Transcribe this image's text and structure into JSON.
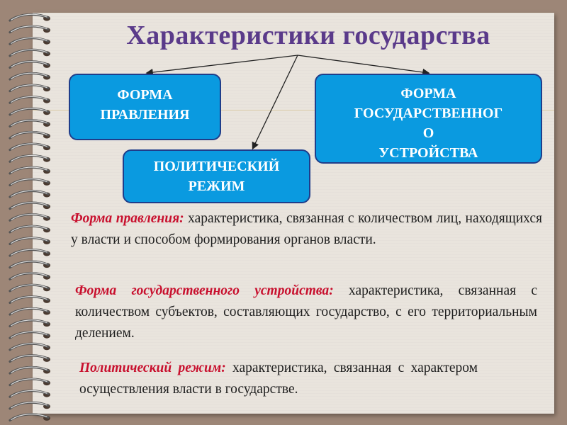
{
  "title": "Характеристики государства",
  "boxes": {
    "forma_pravleniya": [
      "ФОРМА",
      "ПРАВЛЕНИЯ"
    ],
    "politicheskiy_rezhim": [
      "ПОЛИТИЧЕСКИЙ",
      "РЕЖИМ"
    ],
    "forma_ustroistva": [
      "ФОРМА",
      "ГОСУДАРСТВЕННОГ",
      "О",
      "УСТРОЙСТВА"
    ]
  },
  "definitions": [
    {
      "term": "Форма правления:",
      "text": " характеристика, связанная с количеством лиц, находящихся у власти и способом формирования органов власти."
    },
    {
      "term": "Форма государственного устройства:",
      "text": " характеристика, связанная с количеством субъектов, составляющих государство, с его территориальным делением."
    },
    {
      "term": "Политический режим:",
      "text": " характеристика, связанная с характером осуществления власти в государстве."
    }
  ],
  "colors": {
    "title": "#5a3a8a",
    "box_fill": "#0a9ae0",
    "box_border": "#1f3d8a",
    "term": "#c8102e",
    "background": "#9d8677",
    "page": "#e9e4dd"
  }
}
